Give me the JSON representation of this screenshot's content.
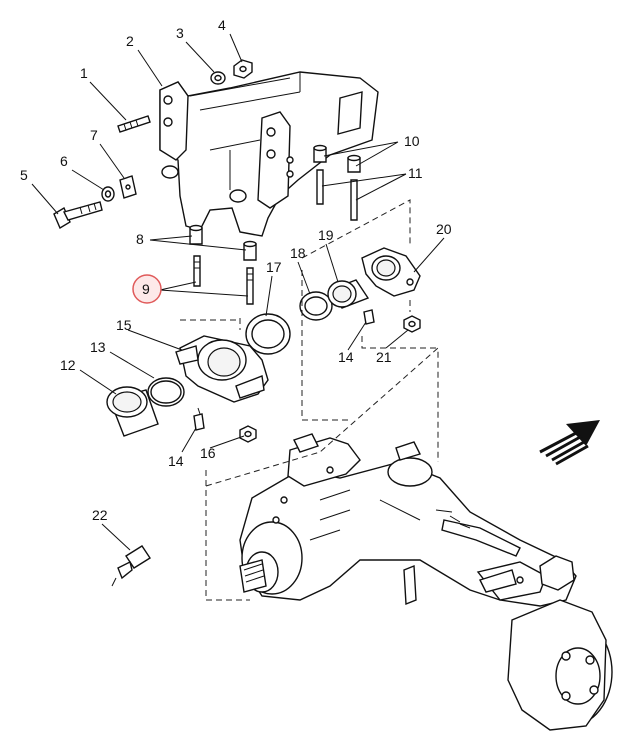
{
  "callouts": [
    {
      "id": "c1",
      "text": "1"
    },
    {
      "id": "c2",
      "text": "2"
    },
    {
      "id": "c3",
      "text": "3"
    },
    {
      "id": "c4",
      "text": "4"
    },
    {
      "id": "c5",
      "text": "5"
    },
    {
      "id": "c6",
      "text": "6"
    },
    {
      "id": "c7",
      "text": "7"
    },
    {
      "id": "c8",
      "text": "8"
    },
    {
      "id": "c9",
      "text": "9"
    },
    {
      "id": "c10",
      "text": "10"
    },
    {
      "id": "c11",
      "text": "11"
    },
    {
      "id": "c12",
      "text": "12"
    },
    {
      "id": "c13",
      "text": "13"
    },
    {
      "id": "c14a",
      "text": "14"
    },
    {
      "id": "c14b",
      "text": "14"
    },
    {
      "id": "c15",
      "text": "15"
    },
    {
      "id": "c16",
      "text": "16"
    },
    {
      "id": "c17",
      "text": "17"
    },
    {
      "id": "c18",
      "text": "18"
    },
    {
      "id": "c19",
      "text": "19"
    },
    {
      "id": "c20",
      "text": "20"
    },
    {
      "id": "c21",
      "text": "21"
    },
    {
      "id": "c22",
      "text": "22"
    }
  ],
  "highlight": {
    "callout": "9",
    "color": "#e05a5a"
  },
  "colors": {
    "line": "#111111",
    "background": "#ffffff"
  },
  "icons": {
    "direction": "forward-direction-arrow-icon"
  }
}
